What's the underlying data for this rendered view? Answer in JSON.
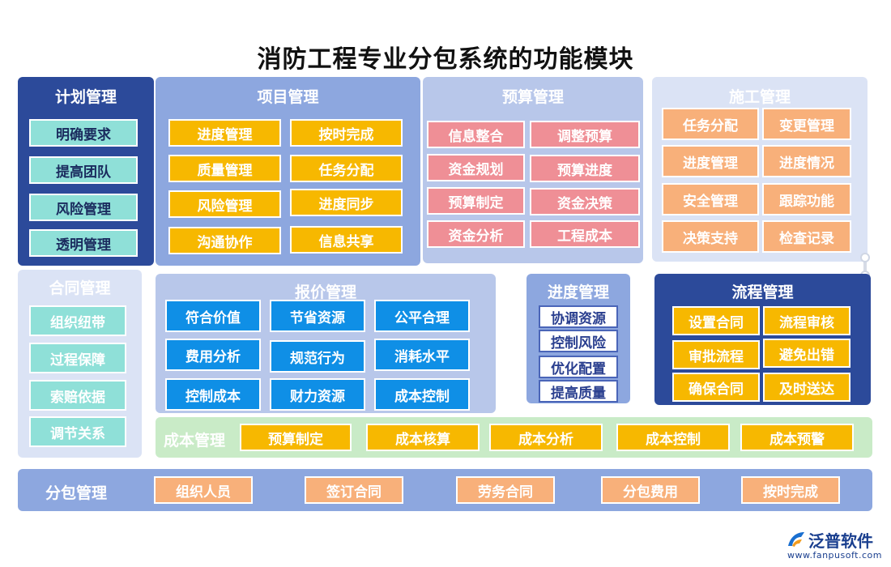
{
  "title": "消防工程专业分包系统的功能模块",
  "plan": {
    "title": "计划管理",
    "items": [
      "明确要求",
      "提高团队",
      "风险管理",
      "透明管理"
    ]
  },
  "project": {
    "title": "项目管理",
    "items": [
      "进度管理",
      "按时完成",
      "质量管理",
      "任务分配",
      "风险管理",
      "进度同步",
      "沟通协作",
      "信息共享"
    ]
  },
  "budget": {
    "title": "预算管理",
    "items": [
      "信息整合",
      "调整预算",
      "资金规划",
      "预算进度",
      "预算制定",
      "资金决策",
      "资金分析",
      "工程成本"
    ]
  },
  "construction": {
    "title": "施工管理",
    "items": [
      "任务分配",
      "变更管理",
      "进度管理",
      "进度情况",
      "安全管理",
      "跟踪功能",
      "决策支持",
      "检查记录"
    ]
  },
  "contract": {
    "title": "合同管理",
    "items": [
      "组织纽带",
      "过程保障",
      "索赔依据",
      "调节关系"
    ]
  },
  "quote": {
    "title": "报价管理",
    "items": [
      "符合价值",
      "节省资源",
      "公平合理",
      "费用分析",
      "规范行为",
      "消耗水平",
      "控制成本",
      "财力资源",
      "成本控制"
    ]
  },
  "progress": {
    "title": "进度管理",
    "items": [
      "协调资源",
      "控制风险",
      "优化配置",
      "提高质量"
    ]
  },
  "process": {
    "title": "流程管理",
    "items": [
      "设置合同",
      "流程审核",
      "审批流程",
      "避免出错",
      "确保合同",
      "及时送达"
    ]
  },
  "cost": {
    "title": "成本管理",
    "items": [
      "预算制定",
      "成本核算",
      "成本分析",
      "成本控制",
      "成本预警"
    ]
  },
  "subcontract": {
    "title": "分包管理",
    "items": [
      "组织人员",
      "签订合同",
      "劳务合同",
      "分包费用",
      "按时完成"
    ]
  },
  "logo": {
    "name": "泛普软件",
    "url": "www.fanpusoft.com"
  },
  "colors": {
    "plan_bg": "#2c4a9a",
    "project_bg": "#8da7df",
    "budget_bg": "#b8c7ea",
    "construction_bg": "#dbe3f5",
    "contract_bg": "#dbe3f5",
    "quote_bg": "#b8c7ea",
    "progress_bg": "#8da7df",
    "process_bg": "#2c4a9a",
    "cost_bg": "#c9ebc7",
    "subcontract_bg": "#8da7df"
  }
}
